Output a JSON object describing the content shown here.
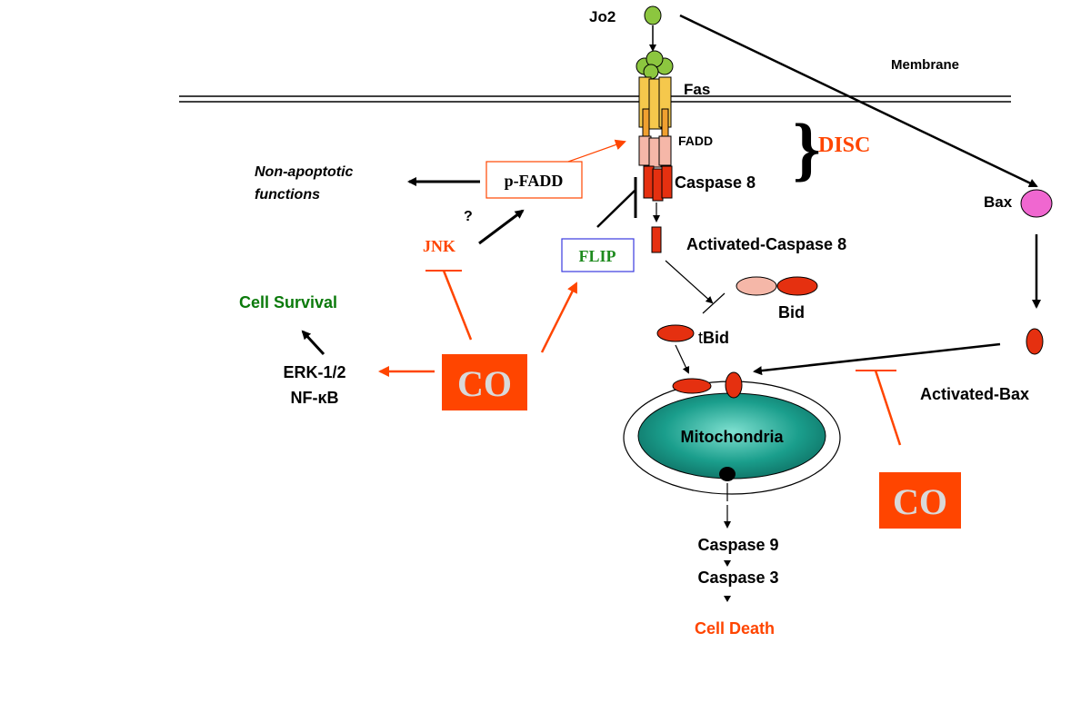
{
  "labels": {
    "jo2": "Jo2",
    "membrane": "Membrane",
    "fas": "Fas",
    "fadd": "FADD",
    "disc": "DISC",
    "caspase8": "Caspase 8",
    "activated_caspase8": "Activated-Caspase 8",
    "bax": "Bax",
    "bid": "Bid",
    "tbid_prefix": "t",
    "tbid_suffix": "Bid",
    "activated_bax": "Activated-Bax",
    "mitochondria": "Mitochondria",
    "caspase9": "Caspase 9",
    "caspase3": "Caspase 3",
    "cell_death": "Cell Death",
    "non_apoptotic_line1": "Non-apoptotic",
    "non_apoptotic_line2": "functions",
    "p_fadd": "p-FADD",
    "question": "?",
    "jnk": "JNK",
    "flip": "FLIP",
    "cell_survival": "Cell Survival",
    "erk": "ERK-1/2",
    "nfkb": "NF-κB",
    "co_left": "CO",
    "co_right": "CO"
  },
  "colors": {
    "co_orange": "#FF4500",
    "label_red": "#FF4500",
    "survival_green": "#0B7A0B",
    "flip_green": "#1E8B1E",
    "flip_border": "#3A3AE0",
    "jo2_green": "#8CC63F",
    "fas_yellow": "#F5C84C",
    "fadd_pink": "#F5B7A8",
    "caspase_red": "#E53010",
    "bax_pink": "#F067D0",
    "mito_teal": "#1A9E8C",
    "co_text_gray": "#D9D9D9"
  }
}
